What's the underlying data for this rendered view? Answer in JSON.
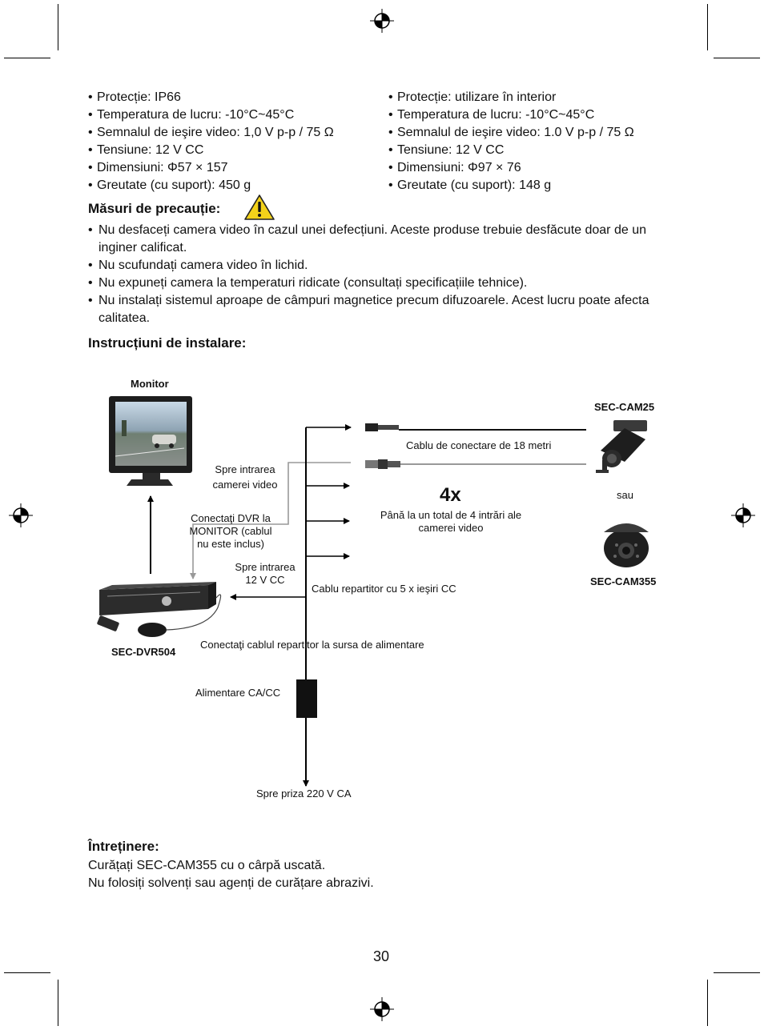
{
  "specs_left": [
    "Protecție: IP66",
    "Temperatura de lucru: -10°C~45°C",
    "Semnalul de ieşire video: 1,0 V p-p / 75 Ω",
    "Tensiune: 12 V CC",
    "Dimensiuni: Φ57 × 157",
    "Greutate (cu suport): 450 g"
  ],
  "specs_right": [
    "Protecție: utilizare în interior",
    "Temperatura de lucru: -10°C~45°C",
    "Semnalul de ieşire video: 1.0 V p-p / 75 Ω",
    "Tensiune: 12 V CC",
    "Dimensiuni: Φ97 × 76",
    "Greutate (cu suport): 148 g"
  ],
  "precautions": {
    "heading": "Măsuri de precauție:",
    "items": [
      "Nu desfaceți camera video în cazul unei defecțiuni. Aceste produse trebuie desfăcute doar de un inginer calificat.",
      "Nu scufundați camera video în lichid.",
      "Nu expuneți camera la temperaturi ridicate (consultați specificațiile tehnice).",
      "Nu instalați sistemul aproape de câmpuri magnetice precum difuzoarele. Acest lucru poate afecta calitatea."
    ]
  },
  "installation": {
    "heading": "Instrucțiuni de instalare:",
    "diagram": {
      "monitor": "Monitor",
      "cam25": "SEC-CAM25",
      "cam355": "SEC-CAM355",
      "dvr": "SEC-DVR504",
      "or": "sau",
      "cable18": "Cablu de conectare de 18 metri",
      "multiplier": "4x",
      "total_inputs": "Până la un total de 4 intrări ale camerei video",
      "camera_input": "Spre intrarea camerei video",
      "connect_dvr": "Conectaţi DVR la MONITOR (cablul nu este inclus)",
      "input_12v": "Spre intrarea 12 V CC",
      "splitter": "Cablu repartitor cu 5 x ieşiri CC",
      "connect_splitter": "Conectaţi cablul repartitor la sursa de alimentare",
      "psu": "Alimentare CA/CC",
      "outlet": "Spre priza 220 V CA"
    }
  },
  "maintenance": {
    "heading": "Întreținere:",
    "lines": [
      "Curățați SEC-CAM355 cu o cârpă uscată.",
      "Nu folosiți solvenți sau agenți de curățare abrazivi."
    ]
  },
  "page_number": "30"
}
